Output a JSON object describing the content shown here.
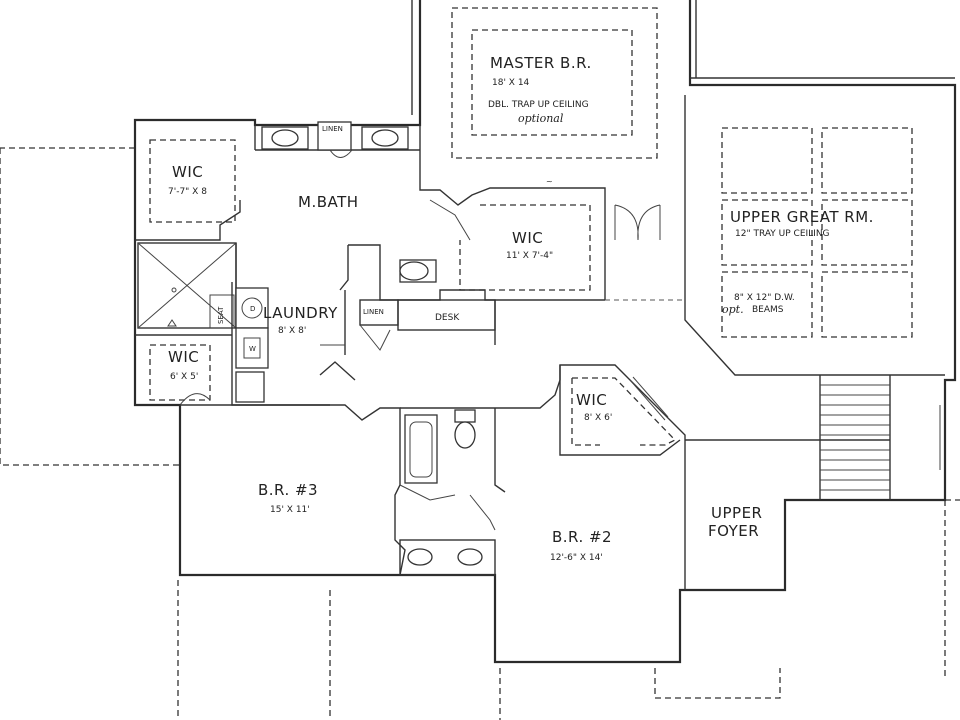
{
  "rooms": {
    "master_br": {
      "name": "MASTER B.R.",
      "size": "18' X 14",
      "note1": "DBL. TRAP UP CEILING",
      "note2": "optional"
    },
    "wic_master_bath": {
      "name": "WIC",
      "size": "7'-7\" X 8"
    },
    "m_bath": {
      "name": "M.BATH",
      "linen": "LINEN"
    },
    "wic_master": {
      "name": "WIC",
      "size": "11' X 7'-4\""
    },
    "upper_great_rm": {
      "name": "UPPER GREAT RM.",
      "note": "12\" TRAY UP CEILING",
      "beams": "8\" X 12\" D.W.",
      "opt": "opt.",
      "beams2": "BEAMS"
    },
    "laundry": {
      "name": "LAUNDRY",
      "size": "8' X 8'",
      "seat": "SEAT",
      "d": "D",
      "w": "W"
    },
    "hall": {
      "linen": "LINEN",
      "desk": "DESK"
    },
    "wic_small": {
      "name": "WIC",
      "size": "6' X 5'"
    },
    "wic_br2": {
      "name": "WIC",
      "size": "8' X 6'"
    },
    "br3": {
      "name": "B.R. #3",
      "size": "15' X 11'"
    },
    "br2": {
      "name": "B.R. #2",
      "size": "12'-6\" X 14'"
    },
    "upper_foyer": {
      "line1": "UPPER",
      "line2": "FOYER"
    }
  }
}
